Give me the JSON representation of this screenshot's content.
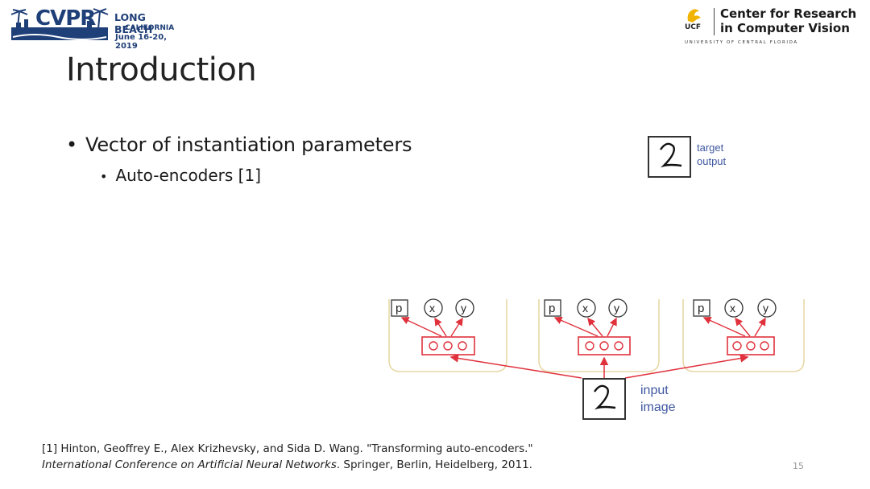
{
  "header": {
    "cvpr": {
      "word": "CVPR",
      "city": "LONG BEACH",
      "state": "CALIFORNIA",
      "dates": "June 16-20, 2019"
    },
    "ucf": {
      "abbr": "UCF",
      "line1": "Center for Research",
      "line2": "in Computer Vision",
      "university": "UNIVERSITY OF CENTRAL FLORIDA"
    }
  },
  "slide": {
    "title": "Introduction",
    "bullets": [
      {
        "text": "Vector of instantiation parameters"
      },
      {
        "text": "Auto-encoders [1]"
      }
    ],
    "reference": {
      "line1": "[1] Hinton, Geoffrey E., Alex Krizhevsky, and Sida D. Wang. \"Transforming auto-encoders.\"",
      "line2_italic": "International Conference on Artificial Neural Networks",
      "line2_rest": ". Springer, Berlin, Heidelberg, 2011."
    },
    "page_number": "15"
  },
  "diagram": {
    "target": {
      "digit": "2",
      "label_line1": "target",
      "label_line2": "output"
    },
    "input": {
      "digit": "2",
      "label_line1": "input",
      "label_line2": "image"
    },
    "capsule_outputs": [
      "p",
      "x",
      "y"
    ],
    "capsule_count": 3,
    "colors": {
      "arrow": "#e0313c",
      "capsule_border": "#e8d8a8",
      "label": "#3f57a0"
    }
  }
}
